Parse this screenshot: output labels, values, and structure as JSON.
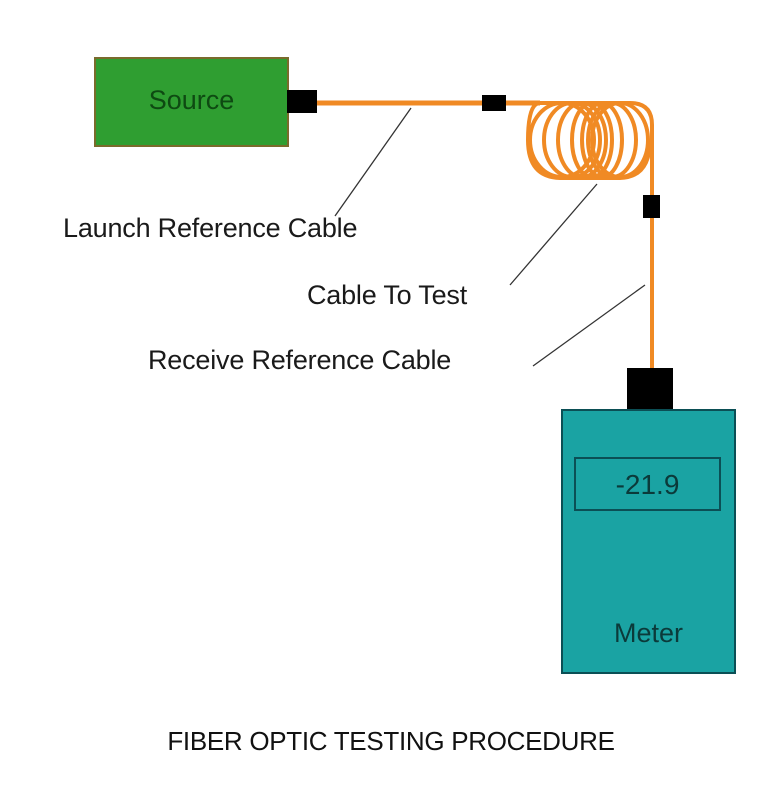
{
  "diagram": {
    "title": "FIBER OPTIC TESTING PROCEDURE",
    "source": {
      "label": "Source",
      "fill": "#2f9e31",
      "border": "#7a6b2c",
      "text_color": "#0e4a12"
    },
    "meter": {
      "label": "Meter",
      "reading": "-21.9",
      "fill": "#1aa3a3",
      "border": "#0b4f55",
      "text_color": "#0b3a3a"
    },
    "cable_color": "#f08a24",
    "connector_color": "#000000",
    "labels": {
      "launch": "Launch Reference Cable",
      "test": "Cable To Test",
      "receive": "Receive Reference Cable"
    }
  }
}
